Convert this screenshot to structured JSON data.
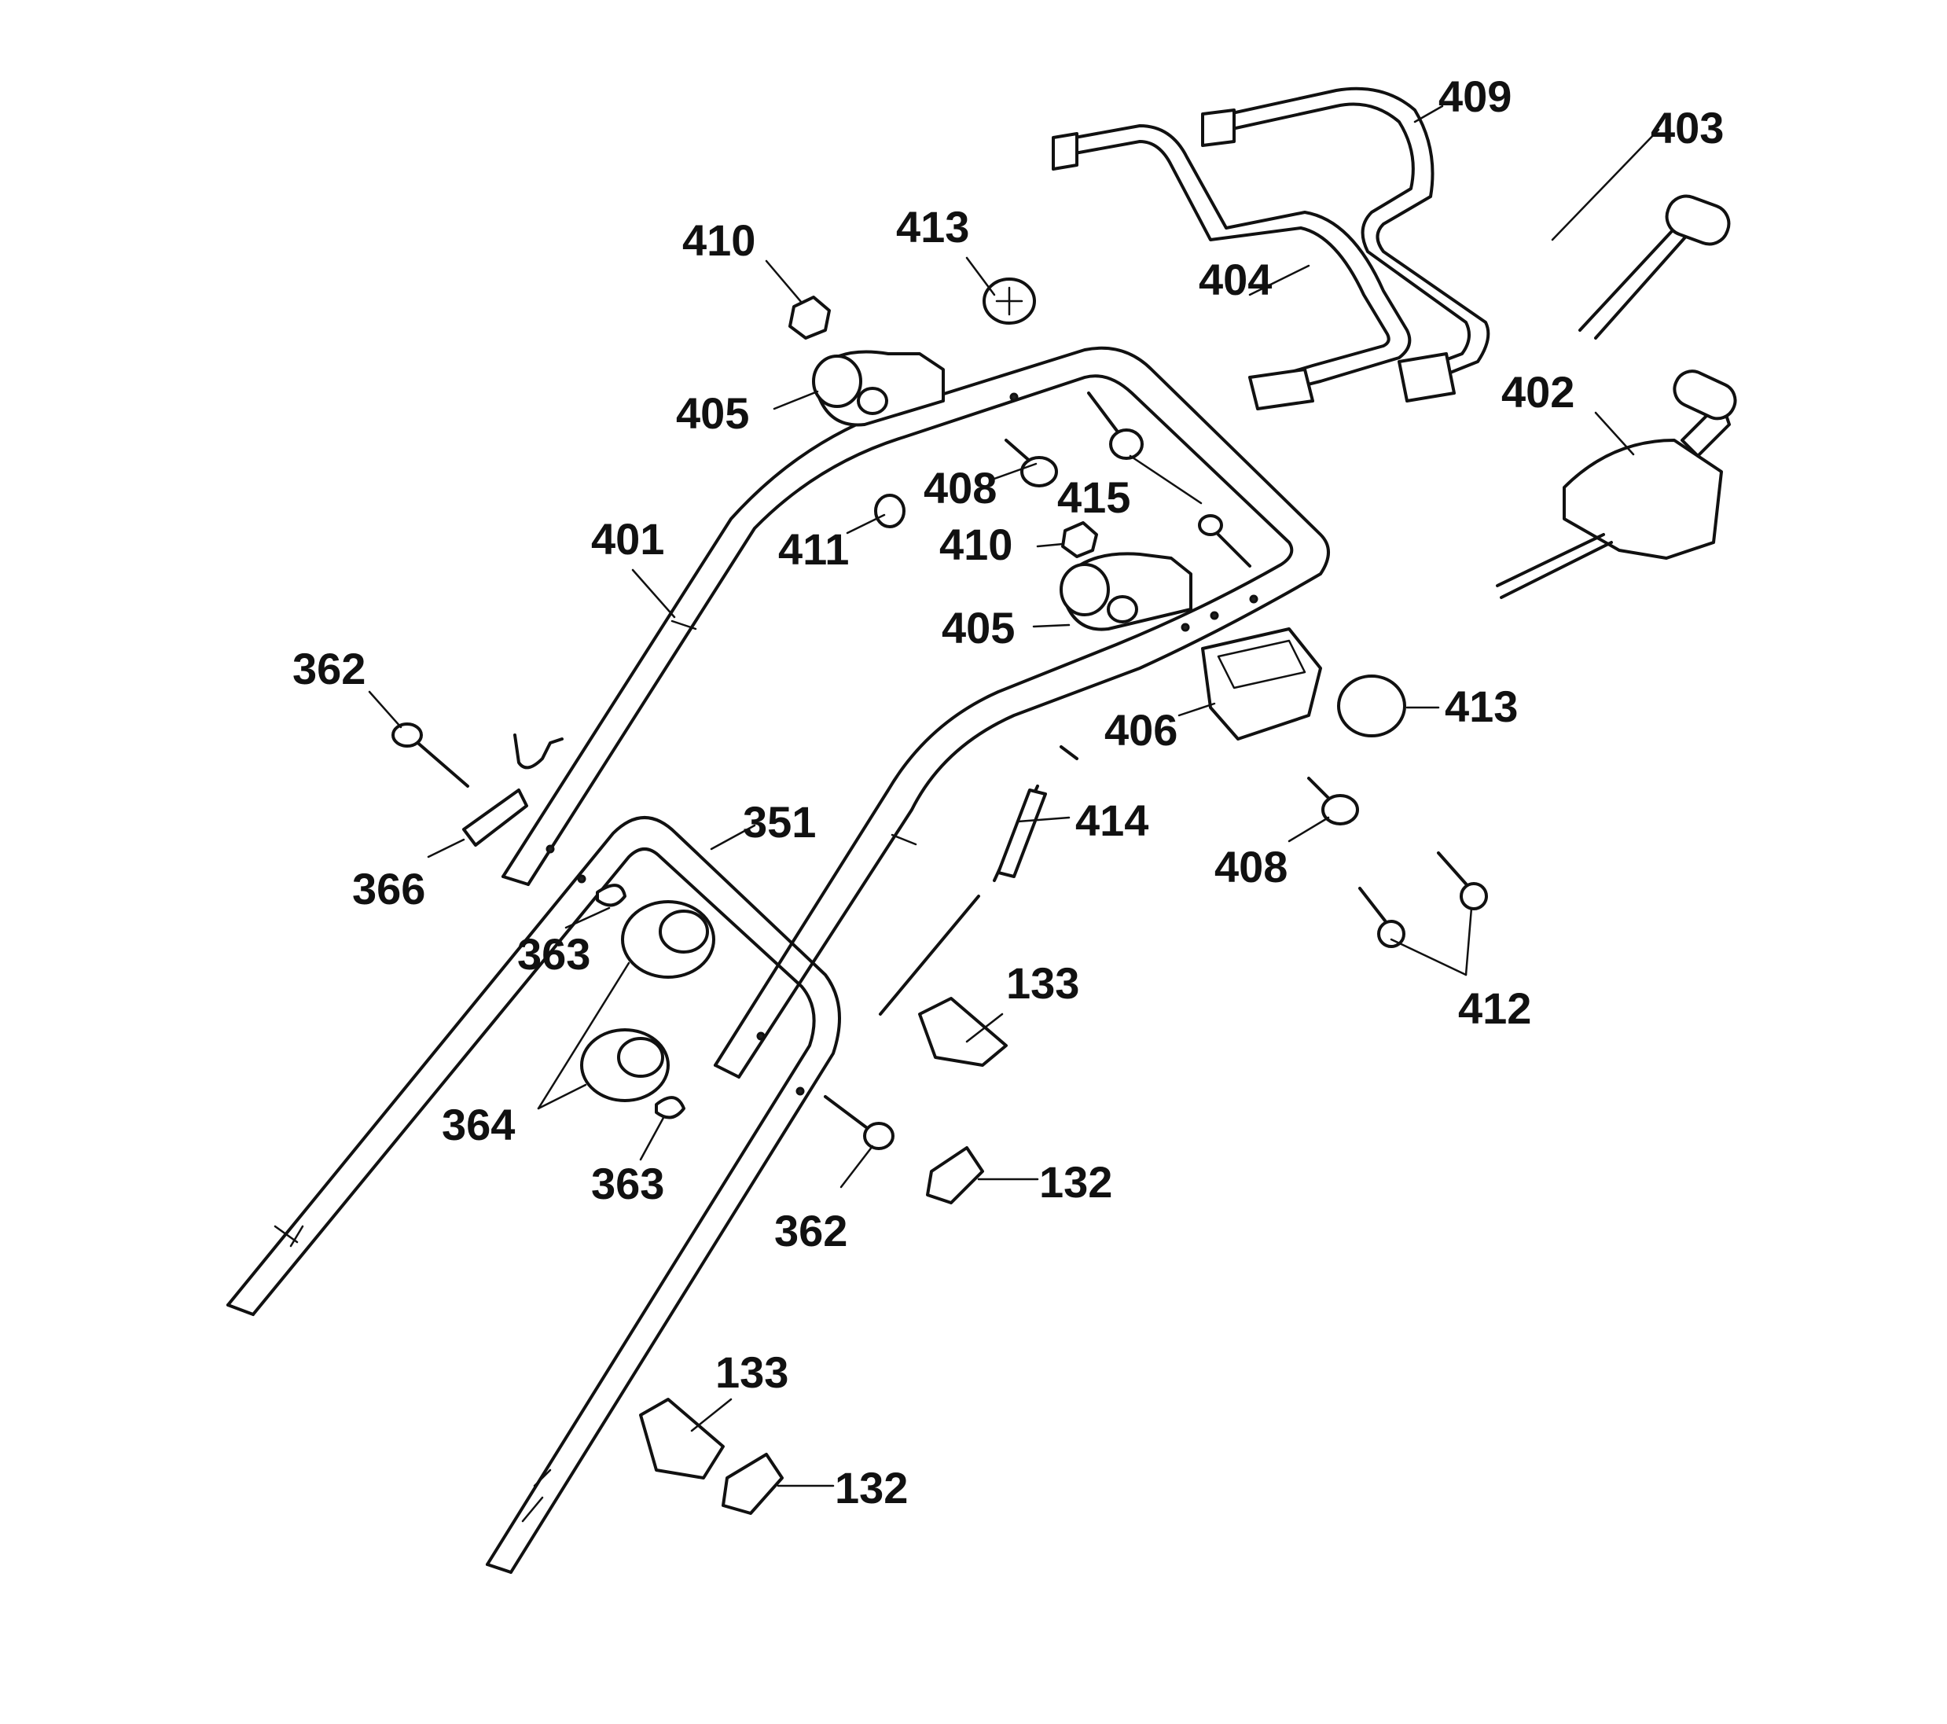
{
  "diagram": {
    "labels": {
      "p409": "409",
      "p403": "403",
      "p410a": "410",
      "p413a": "413",
      "p404": "404",
      "p405a": "405",
      "p402": "402",
      "p408a": "408",
      "p415": "415",
      "p411": "411",
      "p410b": "410",
      "p401": "401",
      "p405b": "405",
      "p362a": "362",
      "p413b": "413",
      "p406": "406",
      "p351": "351",
      "p414": "414",
      "p366": "366",
      "p408b": "408",
      "p363a": "363",
      "p133a": "133",
      "p412": "412",
      "p364": "364",
      "p363b": "363",
      "p132a": "132",
      "p362b": "362",
      "p133b": "133",
      "p132b": "132"
    }
  }
}
